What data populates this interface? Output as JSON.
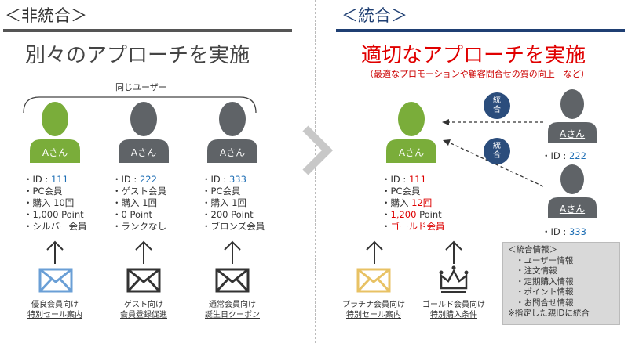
{
  "left": {
    "header": "＜非統合＞",
    "title": "別々のアプローチを実施",
    "group_label": "同じユーザー",
    "persons": [
      {
        "name": "Aさん",
        "lines": [
          "・ID : ",
          "・PC会員",
          "・購入 10回",
          "・1,000 Point",
          "・シルバー会員"
        ],
        "id_value": "111"
      },
      {
        "name": "Aさん",
        "lines": [
          "・ID : ",
          "・ゲスト会員",
          "・購入 1回",
          "・0 Point",
          "・ランクなし"
        ],
        "id_value": "222"
      },
      {
        "name": "Aさん",
        "lines": [
          "・ID : ",
          "・PC会員",
          "・購入 1回",
          "・200 Point",
          "・ブロンズ会員"
        ],
        "id_value": "333"
      }
    ],
    "mails": [
      {
        "line1": "優良会員向け",
        "line2": "特別セール案内"
      },
      {
        "line1": "ゲスト向け",
        "line2": "会員登録促進"
      },
      {
        "line1": "通常会員向け",
        "line2": "誕生日クーポン"
      }
    ]
  },
  "right": {
    "header": "＜統合＞",
    "title": "適切なアプローチを実施",
    "subtitle": "（最適なプロモーションや顧客問合せの質の向上　など）",
    "main_person": {
      "name": "Aさん",
      "id_prefix": "・ID : ",
      "id_value": "111",
      "line2": "・PC会員",
      "line3_prefix": "・購入 ",
      "line3_value": "12回",
      "line4_prefix": "・",
      "line4_value": "1,200",
      "line4_suffix": " Point",
      "line5_prefix": "・",
      "line5_value": "ゴールド会員"
    },
    "merged": [
      {
        "name": "Aさん",
        "id_prefix": "・ID : ",
        "id_value": "222",
        "badge1": "統",
        "badge2": "合"
      },
      {
        "name": "Aさん",
        "id_prefix": "・ID : ",
        "id_value": "333",
        "badge1": "統",
        "badge2": "合"
      }
    ],
    "actions": [
      {
        "line1": "プラチナ会員向け",
        "line2": "特別セール案内",
        "icon": "envelope-icon"
      },
      {
        "line1": "ゴールド会員向け",
        "line2": "特別購入条件",
        "icon": "crown-icon"
      }
    ],
    "info_box": {
      "title": "＜統合情報＞",
      "items": [
        "・ユーザー情報",
        "・注文情報",
        "・定期購入情報",
        "・ポイント情報",
        "・お問合せ情報"
      ],
      "note": "※指定した親IDに統合"
    }
  },
  "colors": {
    "green": "#7aad3a",
    "gray": "#5f6367",
    "navy": "#1f3f73",
    "red": "#e00000",
    "envelope_blue": "#6a9fd6",
    "envelope_gold": "#e8c264"
  }
}
